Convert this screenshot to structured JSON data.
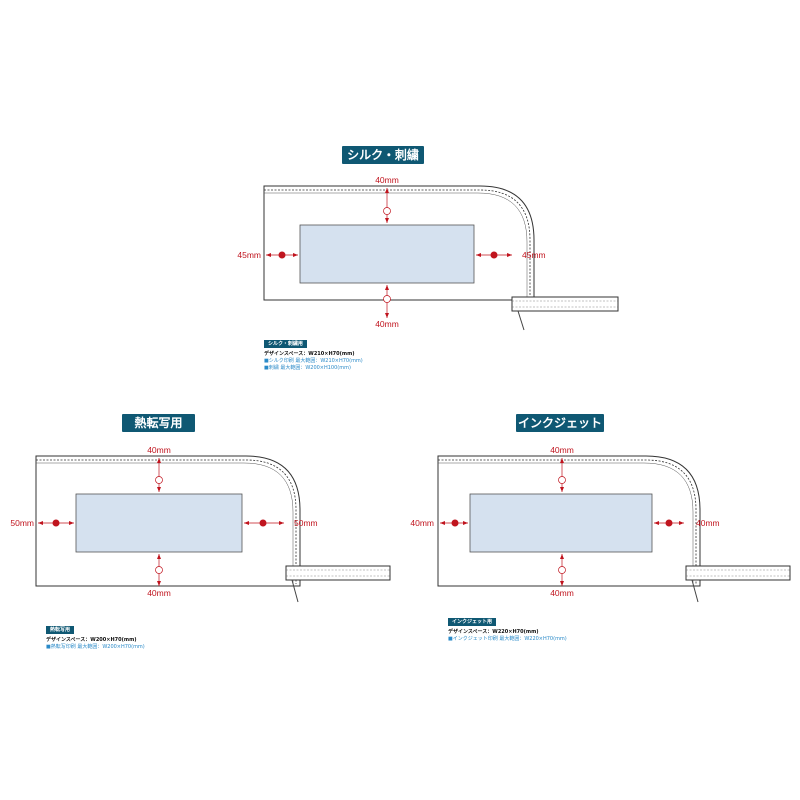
{
  "panels": {
    "silk": {
      "title": "シルク・刺繍用",
      "margin_top": "40mm",
      "margin_bottom": "40mm",
      "margin_left": "45mm",
      "margin_right": "45mm",
      "note": {
        "tag": "シルク・刺繍用",
        "design_space": "デザインスペース：W210×H70(mm)",
        "line1": "■シルク印刷 最大範囲：W210×H70(mm)",
        "line2": "■刺繍 最大範囲：W200×H100(mm)"
      }
    },
    "heat": {
      "title": "熱転写用",
      "margin_top": "40mm",
      "margin_bottom": "40mm",
      "margin_left": "50mm",
      "margin_right": "50mm",
      "note": {
        "tag": "熱転写用",
        "design_space": "デザインスペース：W200×H70(mm)",
        "line1": "■熱転写印刷 最大範囲：W200×H70(mm)"
      }
    },
    "inkjet": {
      "title": "インクジェット用",
      "margin_top": "40mm",
      "margin_bottom": "40mm",
      "margin_left": "40mm",
      "margin_right": "40mm",
      "note": {
        "tag": "インクジェット用",
        "design_space": "デザインスペース：W220×H70(mm)",
        "line1": "■インクジェット印刷 最大範囲：W220×H70(mm)"
      }
    }
  },
  "colors": {
    "banner": "#0f5873",
    "accent_red": "#c0141e",
    "design_fill": "#d5e1ef",
    "note_blue": "#2a8ac8"
  }
}
